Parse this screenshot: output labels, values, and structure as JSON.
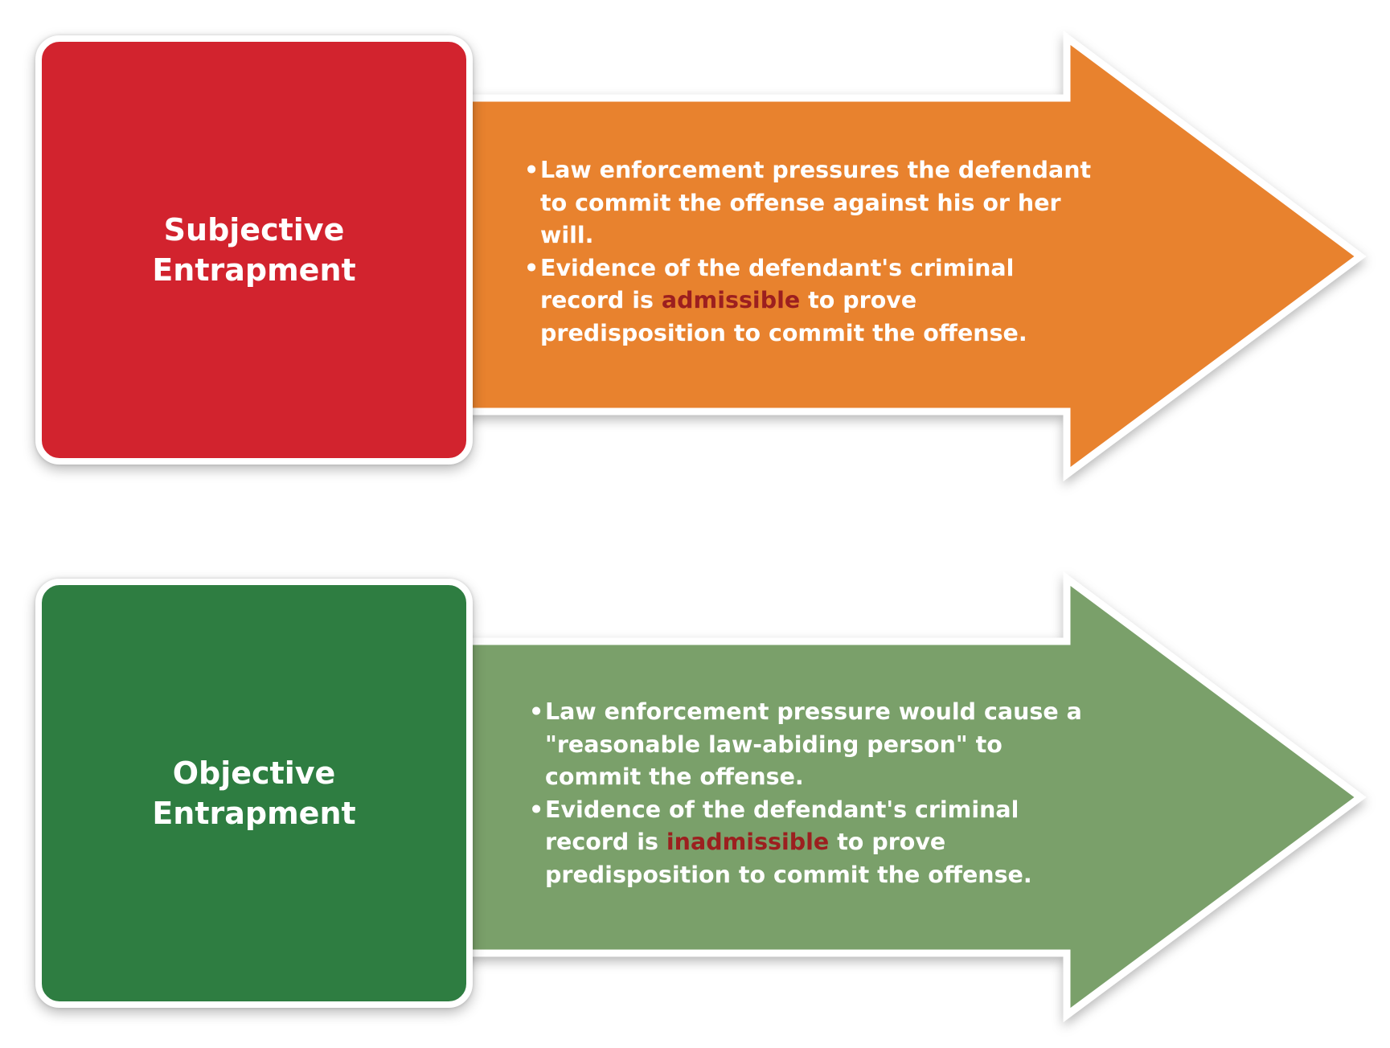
{
  "colors": {
    "subjective_box": "#d2232e",
    "subjective_arrow": "#e8822f",
    "objective_box": "#2e7d41",
    "objective_arrow": "#7aa06a",
    "highlight_text": "#9c1f1f",
    "border": "#ffffff"
  },
  "subjective": {
    "title_line1": "Subjective",
    "title_line2": "Entrapment",
    "bullet1": "Law enforcement pressures the defendant to commit the offense against his or her will.",
    "bullet2_pre": "Evidence of the defendant's criminal record is ",
    "bullet2_highlight": "admissible",
    "bullet2_post": " to prove predisposition to commit the offense."
  },
  "objective": {
    "title_line1": "Objective",
    "title_line2": "Entrapment",
    "bullet1": "Law enforcement pressure would cause a \"reasonable law-abiding person\" to commit the offense.",
    "bullet2_pre": "Evidence of the defendant's criminal record is ",
    "bullet2_highlight": "inadmissible",
    "bullet2_post": " to prove predisposition to commit the offense."
  }
}
